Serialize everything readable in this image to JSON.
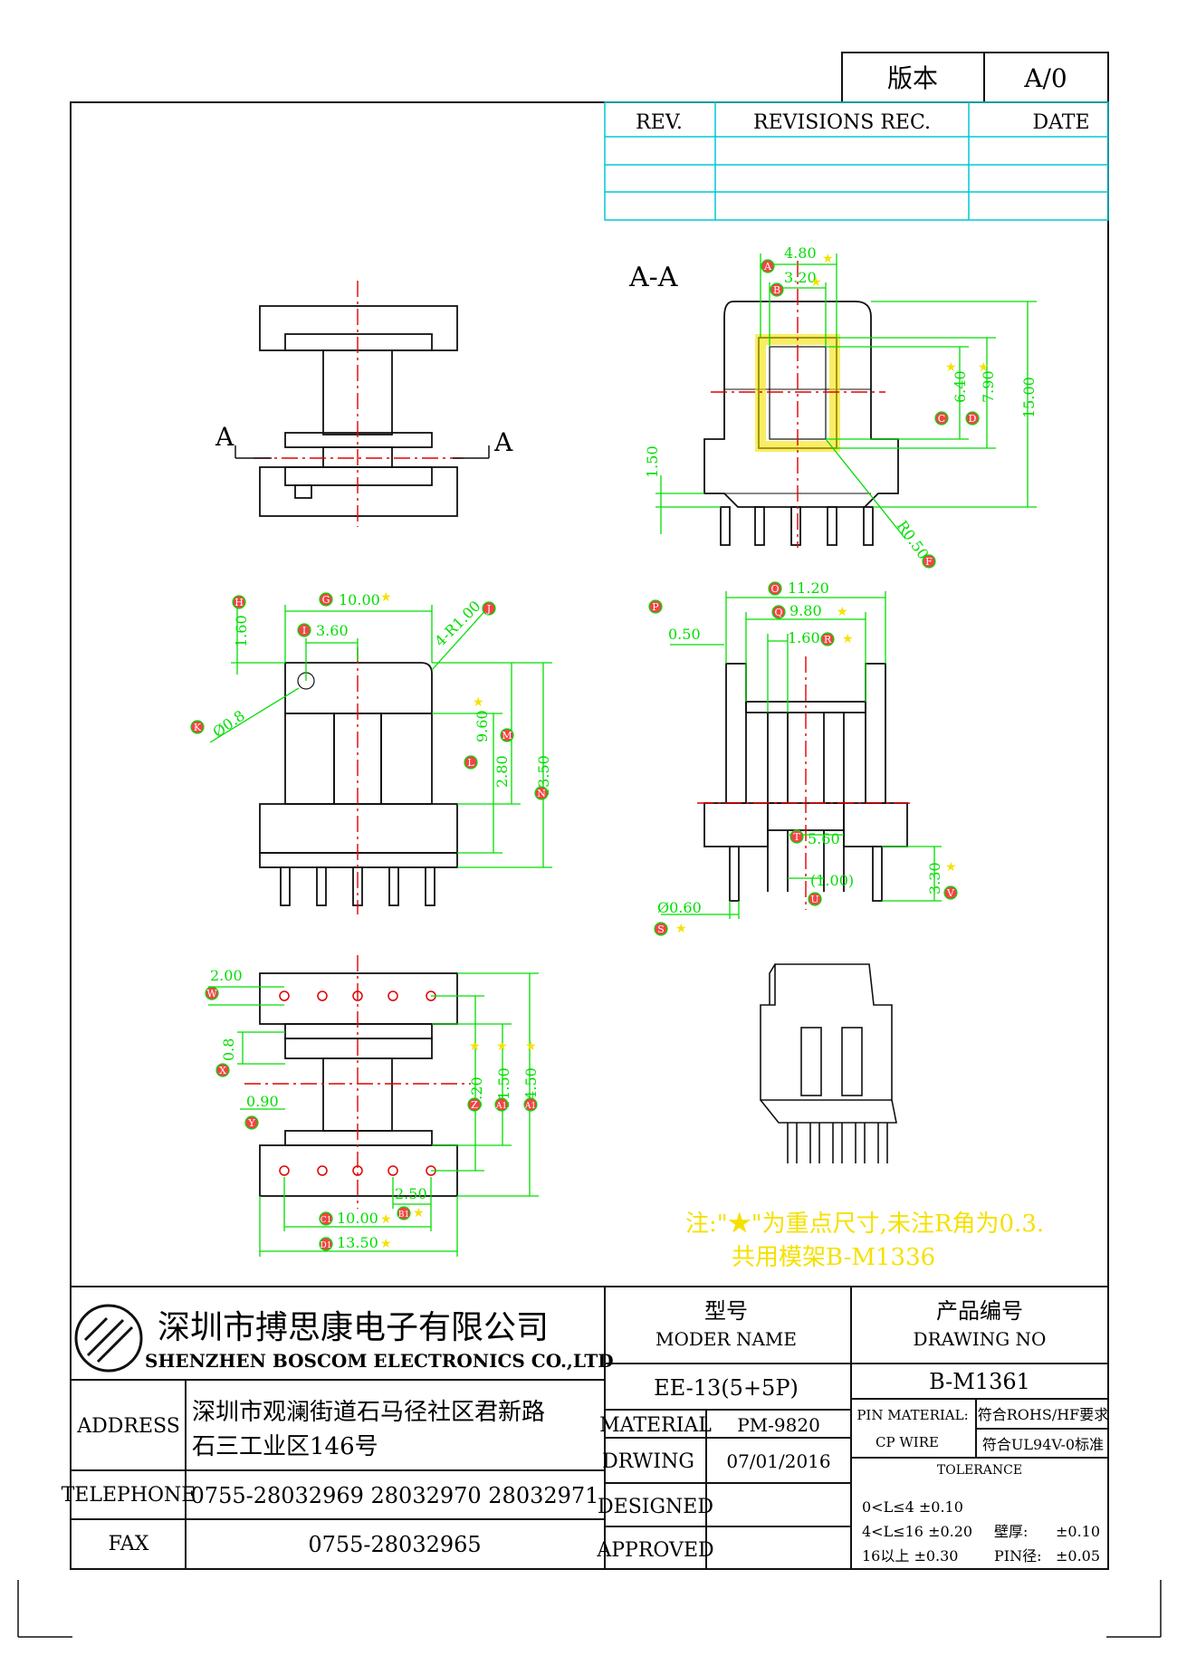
{
  "header": {
    "version_label": "版本",
    "version_value": "A/0",
    "rev_col": "REV.",
    "rec_col": "REVISIONS REC.",
    "date_col": "DATE"
  },
  "views": {
    "section_label": "A-A",
    "cut_mark": "A"
  },
  "dims": {
    "top_4_80": "4.80",
    "top_3_20": "3.20",
    "top_6_40": "6.40",
    "top_7_90": "7.90",
    "top_15_00": "15.00",
    "top_1_50": "1.50",
    "top_r050": "R0.50",
    "f_10_00": "10.00",
    "f_3_60": "3.60",
    "f_1_60": "1.60",
    "f_4r": "4-R1.00",
    "f_phi08": "Ø0.8",
    "f_9_60": "9.60",
    "f_2_80": "2.80",
    "f_13_50": "13.50",
    "s_11_20": "11.20",
    "s_9_80": "9.80",
    "s_1_60": "1.60",
    "s_0_50": "0.50",
    "s_5_60": "5.60",
    "s_1_00": "(1.00)",
    "s_3_30": "3.30",
    "s_phi060": "Ø0.60",
    "b_2_00": "2.00",
    "b_0_8": "0.8",
    "b_0_90": "0.90",
    "b_8_20": "8.20",
    "b_11_50": "11.50",
    "b_14_50": "14.50",
    "b_2_50": "2.50",
    "b_10_00": "10.00",
    "b_13_50": "13.50"
  },
  "markers": {
    "A": "A",
    "B": "B",
    "C": "C",
    "D": "D",
    "F": "F",
    "G": "G",
    "H": "H",
    "I": "I",
    "J": "J",
    "K": "K",
    "L": "L",
    "M": "M",
    "N": "N",
    "O": "O",
    "P": "P",
    "Q": "Q",
    "R": "R",
    "S": "S",
    "T": "T",
    "U": "U",
    "V": "V",
    "W": "W",
    "X": "X",
    "Y": "Y",
    "Z": "Z",
    "A1": "A1",
    "B1": "B1",
    "C1": "C1",
    "D1": "D1"
  },
  "note": {
    "line1": "注:\"★\"为重点尺寸,未注R角为0.3.",
    "line2": "共用模架B-M1336"
  },
  "title_block": {
    "company_cn": "深圳市搏思康电子有限公司",
    "company_en": "SHENZHEN BOSCOM ELECTRONICS CO.,LTD",
    "address_label": "ADDRESS",
    "address_line1": "深圳市观澜街道石马径社区君新路",
    "address_line2": "石三工业区146号",
    "telephone_label": "TELEPHONE",
    "telephone_value": "0755-28032969 28032970 28032971",
    "fax_label": "FAX",
    "fax_value": "0755-28032965",
    "model_cn": "型号",
    "model_en": "MODER NAME",
    "model_value": "EE-13(5+5P)",
    "drawing_cn": "产品编号",
    "drawing_en": "DRAWING NO",
    "drawing_value": "B-M1361",
    "material_label": "MATERIAL",
    "material_value": "PM-9820",
    "drwing_label": "DRWING",
    "drwing_value": "07/01/2016",
    "designed_label": "DESIGNED",
    "approved_label": "APPROVED",
    "pin_material_label": "PIN MATERIAL:",
    "pin_material_value": "符合ROHS/HF要求",
    "cp_wire_label": "CP WIRE",
    "cp_wire_value": "符合UL94V-0标准",
    "tolerance_label": "TOLERANCE",
    "tol1": "0<L≤4  ±0.10",
    "tol2": "4<L≤16  ±0.20",
    "tol3": "16以上     ±0.30",
    "wall_label": "壁厚:",
    "wall_value": "±0.10",
    "pin_dia_label": "PIN径:",
    "pin_dia_value": "±0.05"
  },
  "colors": {
    "line": "#111111",
    "dimension": "#00dd00",
    "center": "#e00000",
    "highlight": "#f5e100",
    "grid": "#00c8d0"
  }
}
